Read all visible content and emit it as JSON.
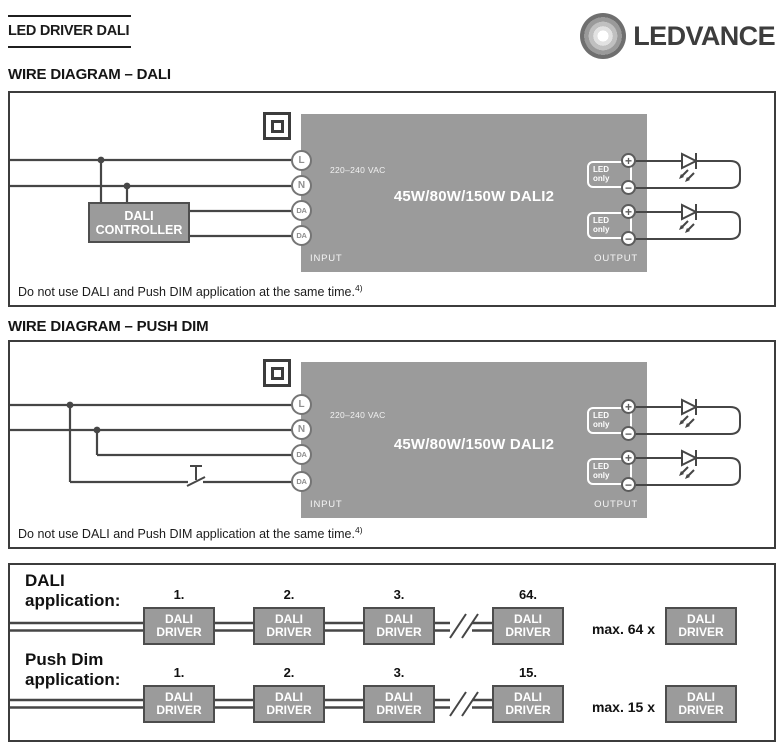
{
  "header": {
    "title": "LED DRIVER DALI",
    "brand": "LEDVANCE"
  },
  "wire_dali": {
    "heading": "WIRE DIAGRAM – DALI",
    "note": "Do not use DALI and Push DIM application at the same time.",
    "note_ref": "4)"
  },
  "wire_push": {
    "heading": "WIRE DIAGRAM – PUSH DIM",
    "note": "Do not use DALI and Push DIM application at the same time.",
    "note_ref": "4)"
  },
  "driver": {
    "label": "45W/80W/150W DALI2",
    "voltage": "220–240 VAC",
    "input": "INPUT",
    "output": "OUTPUT",
    "t_l": "L",
    "t_n": "N",
    "t_da": "DA",
    "led_only_1": "LED",
    "led_only_2": "only",
    "plus": "+",
    "minus": "−"
  },
  "controller": {
    "line1": "DALI",
    "line2": "CONTROLLER"
  },
  "apps": {
    "dali": {
      "label1": "DALI",
      "label2": "application:",
      "n1": "1.",
      "n2": "2.",
      "n3": "3.",
      "n_last": "64.",
      "max": "max. 64 x"
    },
    "push": {
      "label1": "Push Dim",
      "label2": "application:",
      "n1": "1.",
      "n2": "2.",
      "n3": "3.",
      "n_last": "15.",
      "max": "max. 15 x"
    },
    "box": {
      "line1": "DALI",
      "line2": "DRIVER"
    }
  },
  "colors": {
    "module_gray": "#9b9b9b",
    "line": "#464646",
    "accent_dark": "#3c3c3c"
  }
}
